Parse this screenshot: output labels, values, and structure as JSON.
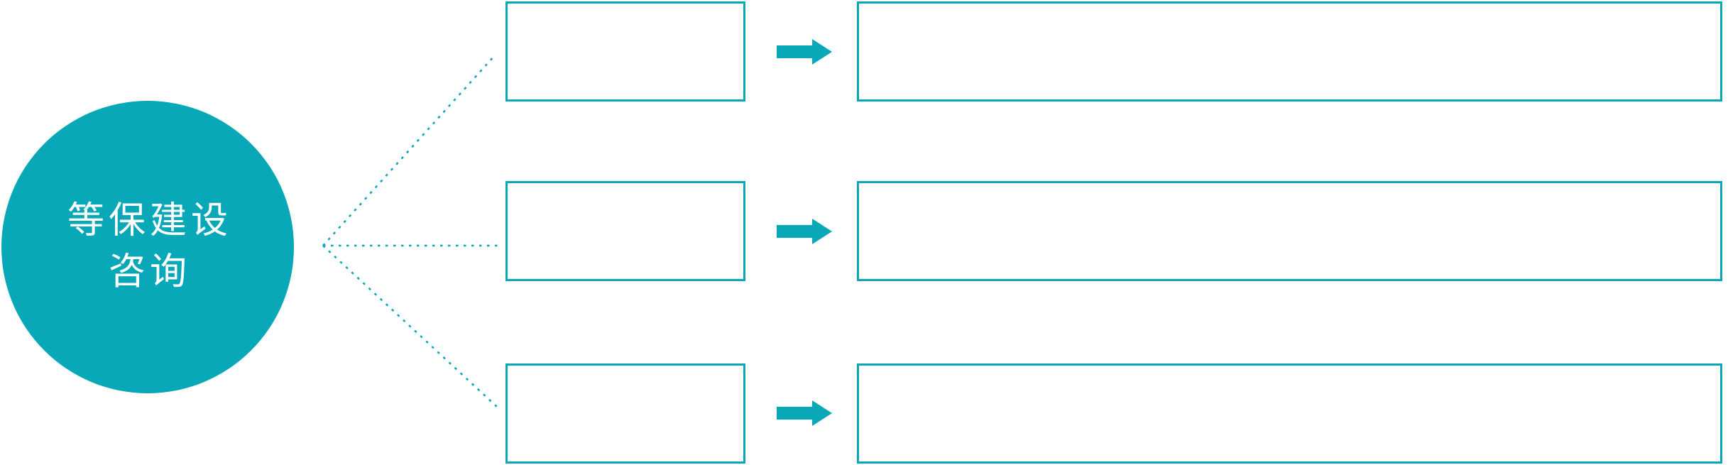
{
  "diagram": {
    "accent_color": "#09a8b8",
    "background_color": "#ffffff",
    "root": {
      "label_line1": "等保建设",
      "label_line2": "咨询",
      "full_label": "等保建设咨询"
    },
    "arrow_icon": "arrow-right",
    "connector_style": "dotted",
    "rows": [
      {
        "branch_label": "",
        "detail_label": ""
      },
      {
        "branch_label": "",
        "detail_label": ""
      },
      {
        "branch_label": "",
        "detail_label": ""
      }
    ]
  }
}
